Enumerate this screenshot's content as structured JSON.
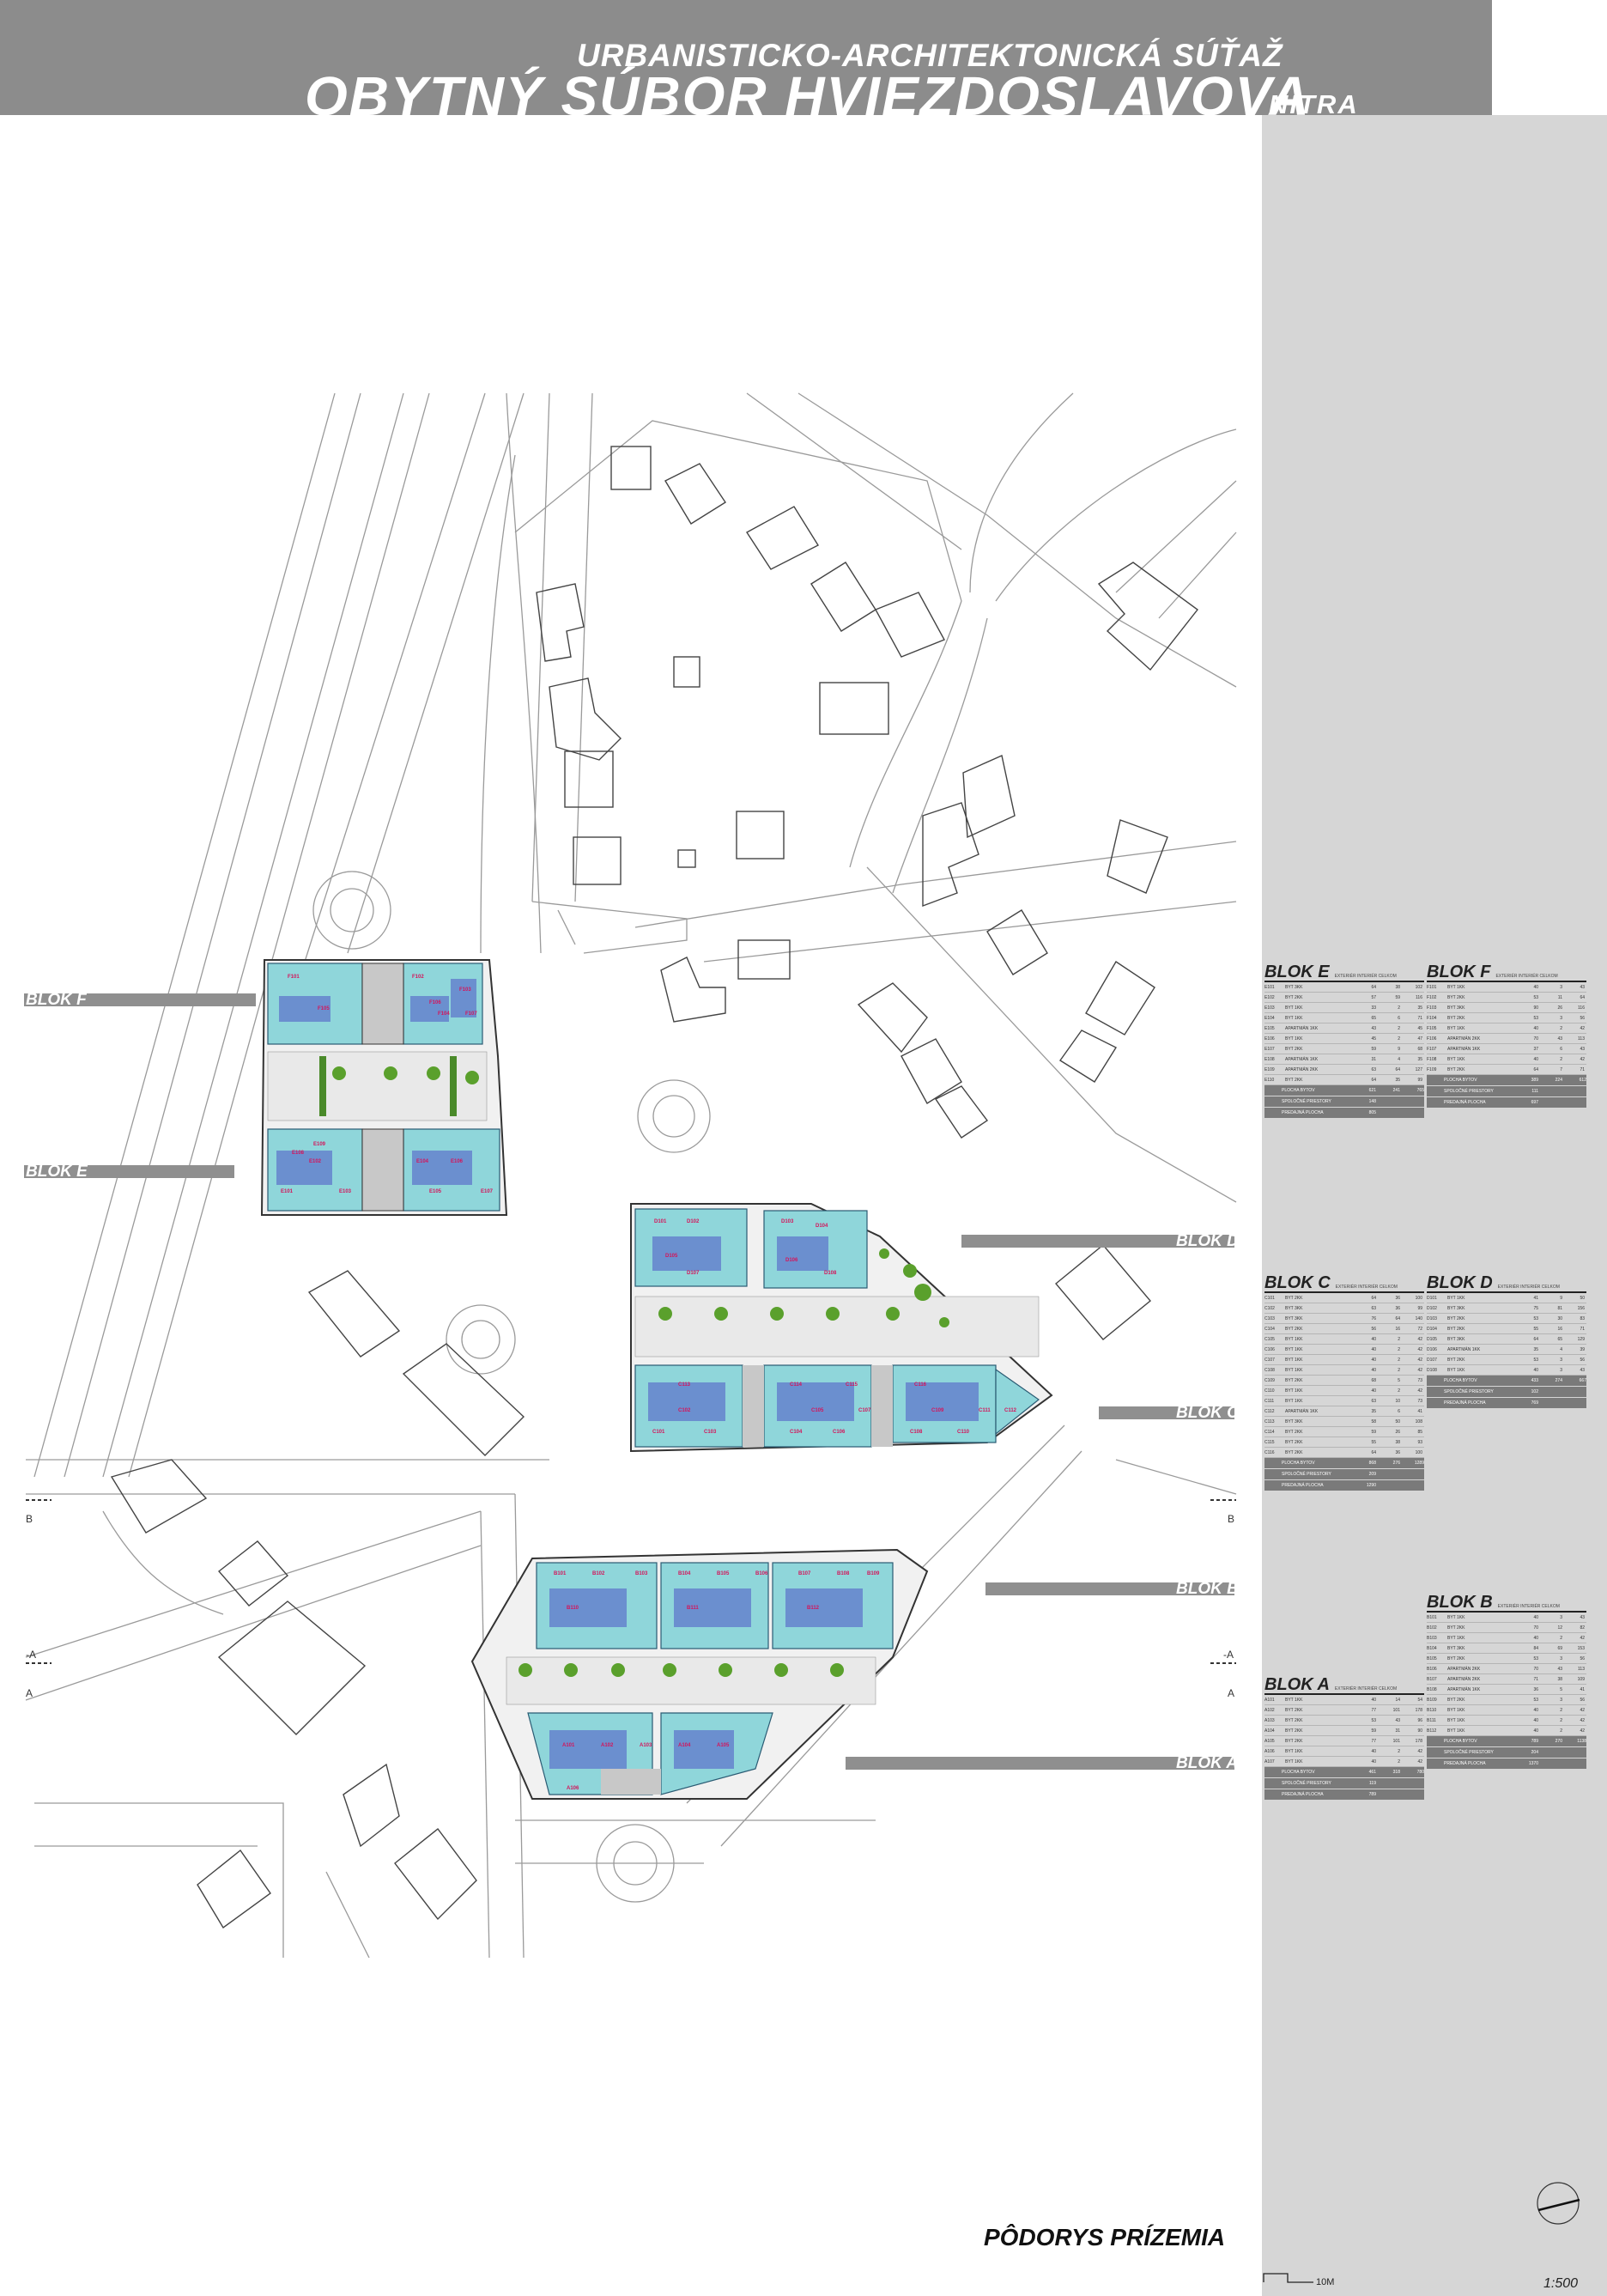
{
  "header": {
    "subtitle": "URBANISTICKO-ARCHITEKTONICKÁ SÚŤAŽ",
    "title": "OBYTNÝ SÚBOR HVIEZDOSLAVOVA",
    "city": "NITRA"
  },
  "block_labels": {
    "f": "BLOK F",
    "e": "BLOK E",
    "d": "BLOK D",
    "c": "BLOK C",
    "b": "BLOK B",
    "a": "BLOK A"
  },
  "section_marks": {
    "b_left": "B",
    "b_right": "B",
    "a_left": "A",
    "a_right": "A",
    "a_dash_left": "-A",
    "a_dash_right": "-A"
  },
  "unit_labels": {
    "e": [
      "E101",
      "E102",
      "E103",
      "E104",
      "E105",
      "E106",
      "E107",
      "E108",
      "E109"
    ],
    "f": [
      "F101",
      "F102",
      "F103",
      "F104",
      "F105",
      "F106",
      "F107"
    ],
    "c": [
      "C101",
      "C102",
      "C103",
      "C104",
      "C105",
      "C106",
      "C107",
      "C108",
      "C109",
      "C110",
      "C111",
      "C112",
      "C113",
      "C114",
      "C115",
      "C116"
    ],
    "d": [
      "D101",
      "D102",
      "D103",
      "D104",
      "D105",
      "D106",
      "D107",
      "D108"
    ],
    "b": [
      "B101",
      "B102",
      "B103",
      "B104",
      "B105",
      "B106",
      "B107",
      "B108",
      "B109",
      "B110",
      "B111",
      "B112"
    ],
    "a": [
      "A101",
      "A102",
      "A103",
      "A104",
      "A105",
      "A106"
    ]
  },
  "tables": {
    "col_headers": "EXTERIÉR  INTERIÉR  CELKOM",
    "e": {
      "name": "BLOK E",
      "rows": [
        [
          "E101",
          "BYT 3KK",
          "64",
          "38",
          "102"
        ],
        [
          "E102",
          "BYT 2KK",
          "57",
          "59",
          "116"
        ],
        [
          "E103",
          "BYT 1KK",
          "33",
          "2",
          "35"
        ],
        [
          "E104",
          "BYT 1KK",
          "65",
          "6",
          "71"
        ],
        [
          "E105",
          "APARTMÁN 1KK",
          "43",
          "2",
          "45"
        ],
        [
          "E106",
          "BYT 1KK",
          "45",
          "2",
          "47"
        ],
        [
          "E107",
          "BYT 2KK",
          "59",
          "9",
          "68"
        ],
        [
          "E108",
          "APARTMÁN 1KK",
          "31",
          "4",
          "35"
        ],
        [
          "E109",
          "APARTMÁN 2KK",
          "63",
          "64",
          "127"
        ],
        [
          "E110",
          "BYT 2KK",
          "64",
          "35",
          "99"
        ]
      ],
      "sums": [
        [
          "PLOCHA BYTOV",
          "621",
          "241",
          "765"
        ],
        [
          "SPOLOČNÉ PRIESTORY",
          "148",
          "",
          ""
        ],
        [
          "PREDAJNÁ PLOCHA",
          "805",
          "",
          ""
        ]
      ]
    },
    "f": {
      "name": "BLOK F",
      "rows": [
        [
          "F101",
          "BYT 1KK",
          "40",
          "3",
          "43"
        ],
        [
          "F102",
          "BYT 2KK",
          "53",
          "11",
          "64"
        ],
        [
          "F103",
          "BYT 3KK",
          "90",
          "26",
          "116"
        ],
        [
          "F104",
          "BYT 2KK",
          "53",
          "3",
          "56"
        ],
        [
          "F105",
          "BYT 1KK",
          "40",
          "2",
          "42"
        ],
        [
          "F106",
          "APARTMÁN 2KK",
          "70",
          "43",
          "113"
        ],
        [
          "F107",
          "APARTMÁN 1KK",
          "37",
          "6",
          "43"
        ],
        [
          "F108",
          "BYT 1KK",
          "40",
          "2",
          "42"
        ],
        [
          "F109",
          "BYT 2KK",
          "64",
          "7",
          "71"
        ]
      ],
      "sums": [
        [
          "PLOCHA BYTOV",
          "389",
          "224",
          "612"
        ],
        [
          "SPOLOČNÉ PRIESTORY",
          "111",
          "",
          ""
        ],
        [
          "PREDAJNÁ PLOCHA",
          "697",
          "",
          ""
        ]
      ]
    },
    "c": {
      "name": "BLOK C",
      "rows": [
        [
          "C101",
          "BYT 2KK",
          "64",
          "36",
          "100"
        ],
        [
          "C102",
          "BYT 3KK",
          "63",
          "36",
          "99"
        ],
        [
          "C103",
          "BYT 3KK",
          "76",
          "64",
          "140"
        ],
        [
          "C104",
          "BYT 2KK",
          "56",
          "16",
          "72"
        ],
        [
          "C105",
          "BYT 1KK",
          "40",
          "2",
          "42"
        ],
        [
          "C106",
          "BYT 1KK",
          "40",
          "2",
          "42"
        ],
        [
          "C107",
          "BYT 1KK",
          "40",
          "2",
          "42"
        ],
        [
          "C108",
          "BYT 1KK",
          "40",
          "2",
          "42"
        ],
        [
          "C109",
          "BYT 2KK",
          "68",
          "5",
          "73"
        ],
        [
          "C110",
          "BYT 1KK",
          "40",
          "2",
          "42"
        ],
        [
          "C111",
          "BYT 1KK",
          "63",
          "10",
          "73"
        ],
        [
          "C112",
          "APARTMÁN 1KK",
          "35",
          "6",
          "41"
        ],
        [
          "C113",
          "BYT 3KK",
          "58",
          "50",
          "108"
        ],
        [
          "C114",
          "BYT 2KK",
          "59",
          "26",
          "85"
        ],
        [
          "C115",
          "BYT 2KK",
          "55",
          "38",
          "93"
        ],
        [
          "C116",
          "BYT 2KK",
          "64",
          "36",
          "100"
        ]
      ],
      "sums": [
        [
          "PLOCHA BYTOV",
          "868",
          "276",
          "1289"
        ],
        [
          "SPOLOČNÉ PRIESTORY",
          "209",
          "",
          ""
        ],
        [
          "PREDAJNÁ PLOCHA",
          "1290",
          "",
          ""
        ]
      ]
    },
    "d": {
      "name": "BLOK D",
      "rows": [
        [
          "D101",
          "BYT 1KK",
          "41",
          "9",
          "50"
        ],
        [
          "D102",
          "BYT 3KK",
          "75",
          "81",
          "156"
        ],
        [
          "D103",
          "BYT 2KK",
          "53",
          "30",
          "83"
        ],
        [
          "D104",
          "BYT 2KK",
          "55",
          "16",
          "71"
        ],
        [
          "D105",
          "BYT 3KK",
          "64",
          "65",
          "129"
        ],
        [
          "D106",
          "APARTMÁN 1KK",
          "35",
          "4",
          "39"
        ],
        [
          "D107",
          "BYT 2KK",
          "53",
          "3",
          "56"
        ],
        [
          "D108",
          "BYT 1KK",
          "40",
          "3",
          "43"
        ]
      ],
      "sums": [
        [
          "PLOCHA BYTOV",
          "433",
          "274",
          "667"
        ],
        [
          "SPOLOČNÉ PRIESTORY",
          "102",
          "",
          ""
        ],
        [
          "PREDAJNÁ PLOCHA",
          "769",
          "",
          ""
        ]
      ]
    },
    "b": {
      "name": "BLOK B",
      "rows": [
        [
          "B101",
          "BYT 1KK",
          "40",
          "3",
          "43"
        ],
        [
          "B102",
          "BYT 2KK",
          "70",
          "12",
          "82"
        ],
        [
          "B103",
          "BYT 1KK",
          "40",
          "2",
          "42"
        ],
        [
          "B104",
          "BYT 3KK",
          "84",
          "69",
          "153"
        ],
        [
          "B105",
          "BYT 2KK",
          "53",
          "3",
          "56"
        ],
        [
          "B106",
          "APARTMÁN 2KK",
          "70",
          "43",
          "113"
        ],
        [
          "B107",
          "APARTMÁN 2KK",
          "71",
          "38",
          "109"
        ],
        [
          "B108",
          "APARTMÁN 1KK",
          "36",
          "5",
          "41"
        ],
        [
          "B109",
          "BYT 2KK",
          "53",
          "3",
          "56"
        ],
        [
          "B110",
          "BYT 1KK",
          "40",
          "2",
          "42"
        ],
        [
          "B111",
          "BYT 1KK",
          "40",
          "2",
          "42"
        ],
        [
          "B112",
          "BYT 1KK",
          "40",
          "2",
          "42"
        ]
      ],
      "sums": [
        [
          "PLOCHA BYTOV",
          "789",
          "270",
          "1138"
        ],
        [
          "SPOLOČNÉ PRIESTORY",
          "204",
          "",
          ""
        ],
        [
          "PREDAJNÁ PLOCHA",
          "1370",
          "",
          ""
        ]
      ]
    },
    "a": {
      "name": "BLOK A",
      "rows": [
        [
          "A101",
          "BYT 1KK",
          "40",
          "14",
          "54"
        ],
        [
          "A102",
          "BYT 2KK",
          "77",
          "101",
          "178"
        ],
        [
          "A103",
          "BYT 2KK",
          "53",
          "43",
          "96"
        ],
        [
          "A104",
          "BYT 2KK",
          "59",
          "31",
          "90"
        ],
        [
          "A105",
          "BYT 2KK",
          "77",
          "101",
          "178"
        ],
        [
          "A106",
          "BYT 1KK",
          "40",
          "2",
          "42"
        ],
        [
          "A107",
          "BYT 1KK",
          "40",
          "2",
          "42"
        ]
      ],
      "sums": [
        [
          "PLOCHA BYTOV",
          "461",
          "318",
          "780"
        ],
        [
          "SPOLOČNÉ PRIESTORY",
          "119",
          "",
          ""
        ],
        [
          "PREDAJNÁ PLOCHA",
          "789",
          "",
          ""
        ]
      ]
    }
  },
  "footer": {
    "sheet_title": "PÔDORYS PRÍZEMIA",
    "scale_bar_label": "10M",
    "scale": "1:500"
  }
}
